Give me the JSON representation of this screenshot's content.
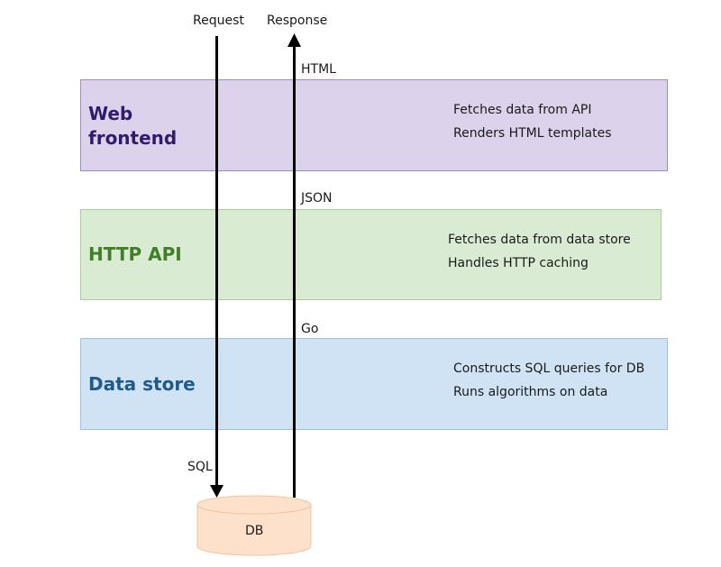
{
  "flow": {
    "request_label": "Request",
    "response_label": "Response",
    "sql_label": "SQL",
    "formats": {
      "html": "HTML",
      "json": "JSON",
      "go": "Go"
    }
  },
  "layers": [
    {
      "title_lines": [
        "Web",
        "frontend"
      ],
      "title_color": "#2f1c6e",
      "descriptions": [
        "Fetches data from API",
        "Renders HTML templates"
      ]
    },
    {
      "title_lines": [
        "HTTP API"
      ],
      "title_color": "#3f7f25",
      "descriptions": [
        "Fetches data from data store",
        "Handles HTTP caching"
      ]
    },
    {
      "title_lines": [
        "Data store"
      ],
      "title_color": "#1e5a8a",
      "descriptions": [
        "Constructs SQL queries for DB",
        "Runs algorithms on data"
      ]
    }
  ],
  "database": {
    "label": "DB",
    "fill": "#fde1cb",
    "stroke": "#f2c4a1"
  }
}
